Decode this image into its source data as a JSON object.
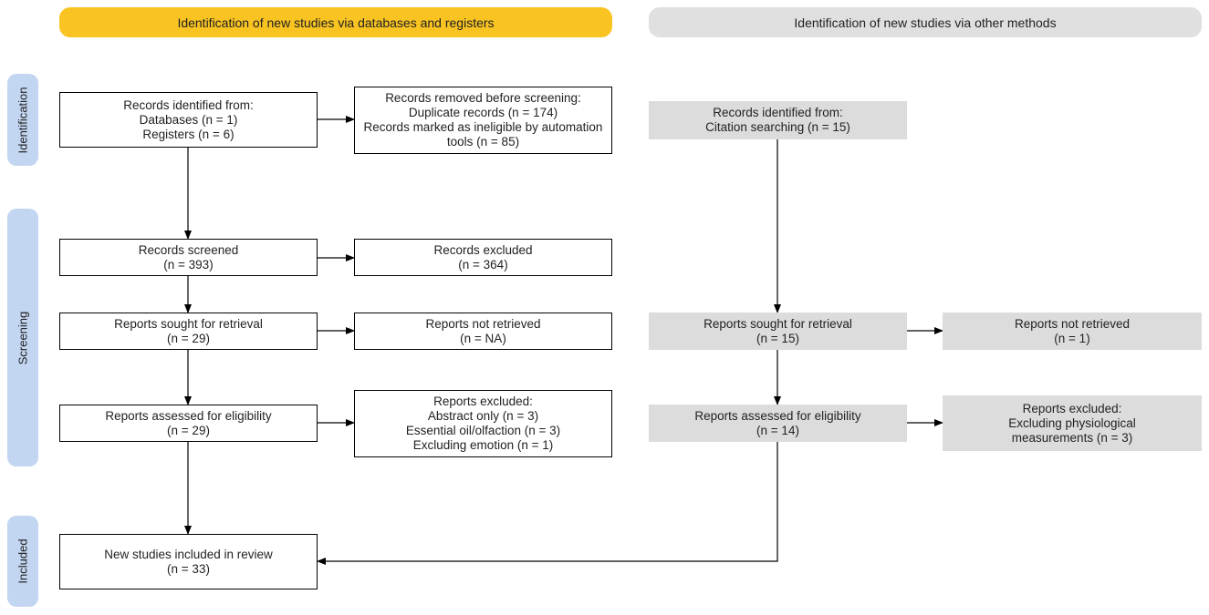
{
  "headers": {
    "databases": "Identification of new studies via databases and registers",
    "other": "Identification of new studies via other methods"
  },
  "phases": {
    "identification": "Identification",
    "screening": "Screening",
    "included": "Included"
  },
  "left": {
    "records_identified": [
      "Records identified from:",
      "Databases (n = 1)",
      "Registers (n = 6)"
    ],
    "records_removed": [
      "Records removed before screening:",
      "Duplicate records (n = 174)",
      "Records marked as ineligible by automation",
      "tools (n = 85)"
    ],
    "records_screened": [
      "Records screened",
      "(n = 393)"
    ],
    "records_excluded": [
      "Records excluded",
      "(n = 364)"
    ],
    "reports_sought": [
      "Reports sought for retrieval",
      "(n = 29)"
    ],
    "reports_not_retrieved": [
      "Reports not retrieved",
      "(n = NA)"
    ],
    "reports_assessed": [
      "Reports assessed for eligibility",
      "(n = 29)"
    ],
    "reports_excluded": [
      "Reports excluded:",
      "Abstract only (n =  3)",
      "Essential oil/olfaction (n =  3)",
      "Excluding emotion (n =  1)"
    ],
    "included": [
      "New studies included in review",
      "(n = 33)"
    ]
  },
  "right": {
    "records_identified": [
      "Records identified from:",
      "Citation searching (n = 15)"
    ],
    "reports_sought": [
      "Reports sought for retrieval",
      "(n = 15)"
    ],
    "reports_not_retrieved": [
      "Reports not retrieved",
      "(n = 1)"
    ],
    "reports_assessed": [
      "Reports assessed for eligibility",
      "(n = 14)"
    ],
    "reports_excluded": [
      "Reports excluded:",
      "Excluding physiological",
      "measurements (n =  3)"
    ]
  },
  "colors": {
    "header_primary": "#f9c322",
    "header_secondary": "#e0e0e0",
    "phase_label": "#c3d6f1",
    "other_box": "#dcdcdc"
  }
}
